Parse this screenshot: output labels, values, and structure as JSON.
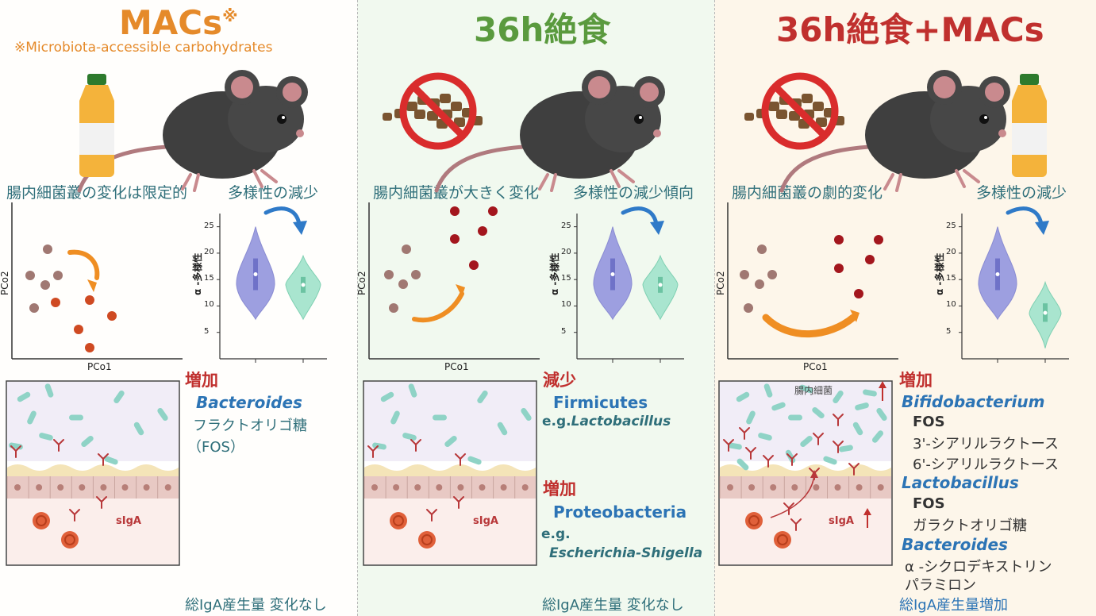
{
  "panel1": {
    "title": "MACs",
    "title_mark": "※",
    "subtitle": "※Microbiota-accessible carbohydrates",
    "heading_pcoa": "腸内細菌叢の変化は限定的",
    "heading_diversity": "多様性の減少",
    "label_increase": "増加",
    "bacteria": "Bacteroides",
    "substrate_1": "フラクトオリゴ糖",
    "substrate_2": "（FOS）",
    "siga": "sIgA",
    "footer": "総IgA産生量 変化なし"
  },
  "panel2": {
    "title": "36h絶食",
    "heading_pcoa": "腸内細菌叢が大きく変化",
    "heading_diversity": "多様性の減少傾向",
    "label_decrease": "減少",
    "bacteria_1": "Firmicutes",
    "eg_1_prefix": "e.g.",
    "eg_1": "Lactobacillus",
    "label_increase": "増加",
    "bacteria_2": "Proteobacteria",
    "eg_2_prefix": "e.g.",
    "eg_2": "Escherichia-Shigella",
    "siga": "sIgA",
    "footer": "総IgA産生量 変化なし"
  },
  "panel3": {
    "title": "36h絶食+MACs",
    "heading_pcoa": "腸内細菌叢の劇的変化",
    "heading_diversity": "多様性の減少",
    "label_increase": "増加",
    "bacteria_1": "Bifidobacterium",
    "b1_item_1": "FOS",
    "b1_item_2": "3'-シアリルラクトース",
    "b1_item_3": "6'-シアリルラクトース",
    "bacteria_2": "Lactobacillus",
    "b2_item_1": "FOS",
    "b2_item_2": "ガラクトオリゴ糖",
    "bacteria_3": "Bacteroides",
    "b3_item_1": "α -シクロデキストリン",
    "b3_item_2": "パラミロン",
    "gut_label": "腸内細菌",
    "siga": "sIgA",
    "footer": "総IgA産生量増加"
  },
  "pcoa": {
    "xlabel": "PCo1",
    "ylabel": "PCo2"
  },
  "violin": {
    "ylabel": "α -多様性",
    "ticks": [
      "5",
      "10",
      "15",
      "20",
      "25"
    ]
  },
  "colors": {
    "macs_orange": "#e58a2a",
    "fasting_green": "#5a9a3e",
    "combo_red": "#c0302e",
    "teal_text": "#2f6f7a",
    "blue_bacteria": "#2c74b5",
    "dot_brown": "#a07872",
    "dot_orange": "#cf4a22",
    "dot_darkred": "#a3161d",
    "violin_purple": "#9d9fe0",
    "violin_green": "#a9e5cf"
  }
}
